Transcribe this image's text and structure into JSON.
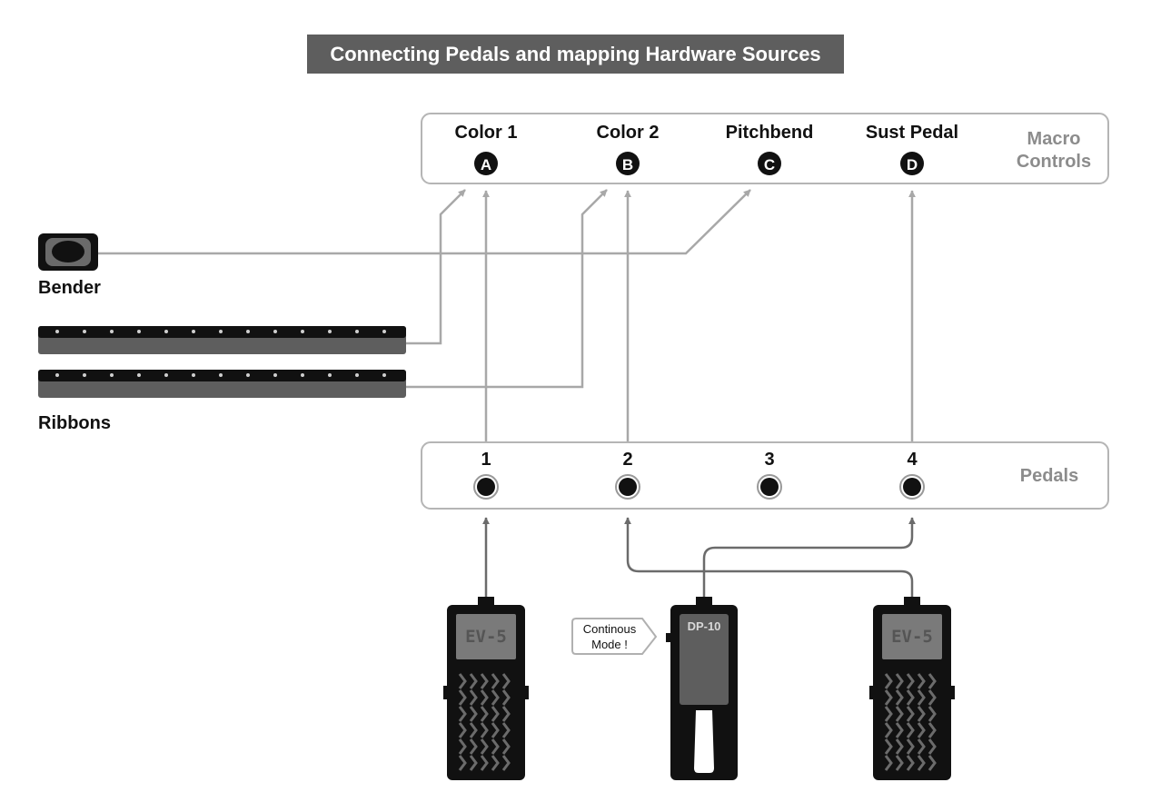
{
  "title": "Connecting Pedals and mapping Hardware Sources",
  "macro_controls": {
    "label_line1": "Macro",
    "label_line2": "Controls",
    "items": [
      {
        "label": "Color 1",
        "letter": "A"
      },
      {
        "label": "Color 2",
        "letter": "B"
      },
      {
        "label": "Pitchbend",
        "letter": "C"
      },
      {
        "label": "Sust Pedal",
        "letter": "D"
      }
    ]
  },
  "pedals_panel": {
    "label": "Pedals",
    "jacks": [
      "1",
      "2",
      "3",
      "4"
    ]
  },
  "sources": {
    "bender_label": "Bender",
    "ribbons_label": "Ribbons"
  },
  "devices": {
    "left": {
      "model": "EV-5"
    },
    "middle": {
      "model": "DP-10",
      "callout_line1": "Continous",
      "callout_line2": "Mode !"
    },
    "right": {
      "model": "EV-5"
    }
  },
  "colors": {
    "dark": "#111111",
    "mid_gray": "#5e5e5e",
    "line_gray": "#aaaaaa",
    "border_gray": "#b0b0b0",
    "label_gray": "#8c8c8c",
    "pedal_gray": "#6b6b6b",
    "background": "#ffffff"
  }
}
